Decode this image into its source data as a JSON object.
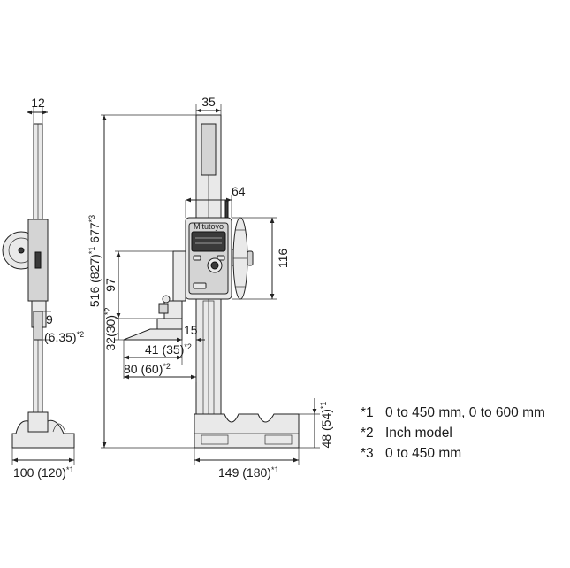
{
  "dimensions": {
    "side_thickness": "12",
    "side_pin": "9",
    "side_pin_inch": "(6.35)",
    "side_pin_inch_mark": "*2",
    "side_base": "100 (120)",
    "side_base_mark": "*1",
    "column_width": "35",
    "head_width": "64",
    "head_height": "116",
    "total_height": "677",
    "total_height_mark": "*3",
    "range_height": "516 (827)",
    "range_height_mark": "*1",
    "scriber_height": "97",
    "scriber_low": "32(30)",
    "scriber_low_mark": "*2",
    "scriber_offset": "15",
    "scriber_reach": "41 (35)",
    "scriber_reach_mark": "*2",
    "scriber_length": "80 (60)",
    "scriber_length_mark": "*2",
    "base_height": "48 (54)",
    "base_height_mark": "*1",
    "base_length": "149 (180)",
    "base_length_mark": "*1"
  },
  "notes": [
    {
      "mark": "*1",
      "text": "0 to 450 mm, 0 to 600 mm"
    },
    {
      "mark": "*2",
      "text": "Inch model"
    },
    {
      "mark": "*3",
      "text": "0 to 450 mm"
    }
  ],
  "brand": "Mitutoyo"
}
